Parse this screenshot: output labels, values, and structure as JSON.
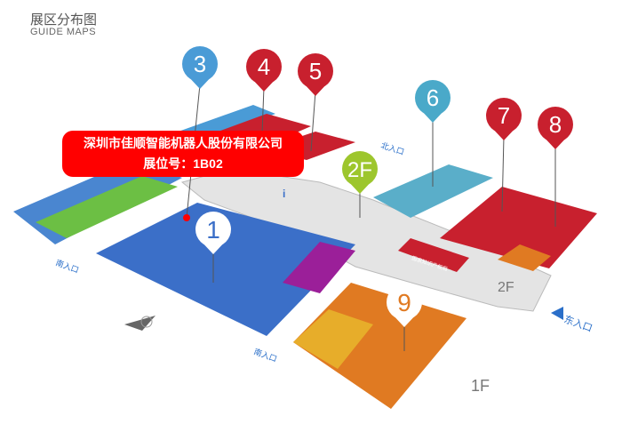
{
  "header": {
    "title": "展区分布图",
    "subtitle": "GUIDE MAPS"
  },
  "callout": {
    "company": "深圳市佳顺智能机器人股份有限公司",
    "booth": "展位号：1B02"
  },
  "pins": [
    {
      "label": "3",
      "color": "#4a9bd6"
    },
    {
      "label": "4",
      "color": "#c8202e"
    },
    {
      "label": "5",
      "color": "#c8202e"
    },
    {
      "label": "6",
      "color": "#4aa9c9"
    },
    {
      "label": "7",
      "color": "#c8202e"
    },
    {
      "label": "8",
      "color": "#c8202e"
    },
    {
      "label": "2F",
      "color": "#9dc62d"
    },
    {
      "label": "1",
      "color": "#ffffff"
    },
    {
      "label": "9",
      "color": "#ffffff"
    }
  ],
  "entrances": {
    "north": "北入口",
    "south_left": "南入口",
    "south": "南入口",
    "east": "东入口"
  },
  "floors": {
    "floor2": "2F",
    "floor1": "1F"
  },
  "corridor_label": "国家知识产权局",
  "info_icon": "i"
}
